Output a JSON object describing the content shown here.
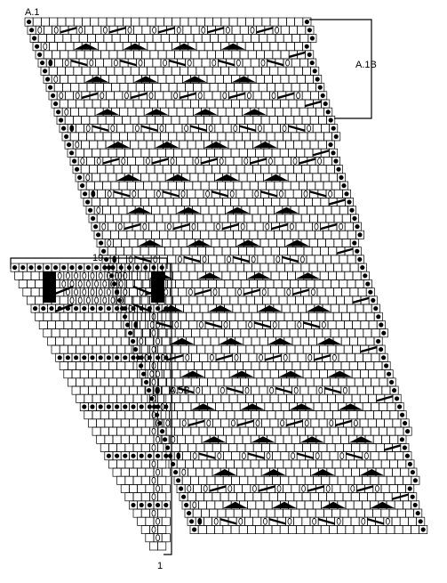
{
  "charts": {
    "a1": {
      "name": "A.1",
      "repeat_label": "A.1B"
    },
    "a5": {
      "width_label": "19",
      "repeat_label": "A.5B",
      "row_label": "1"
    }
  },
  "symbols": [
    "knit (blank square)",
    "purl (black dot)",
    "yarn over (oval)",
    "decrease (diagonal bar)",
    "double decrease (black triangle)",
    "cast-off block (black square)"
  ],
  "colors": {
    "grid": "#000000",
    "paper": "#ffffff"
  }
}
